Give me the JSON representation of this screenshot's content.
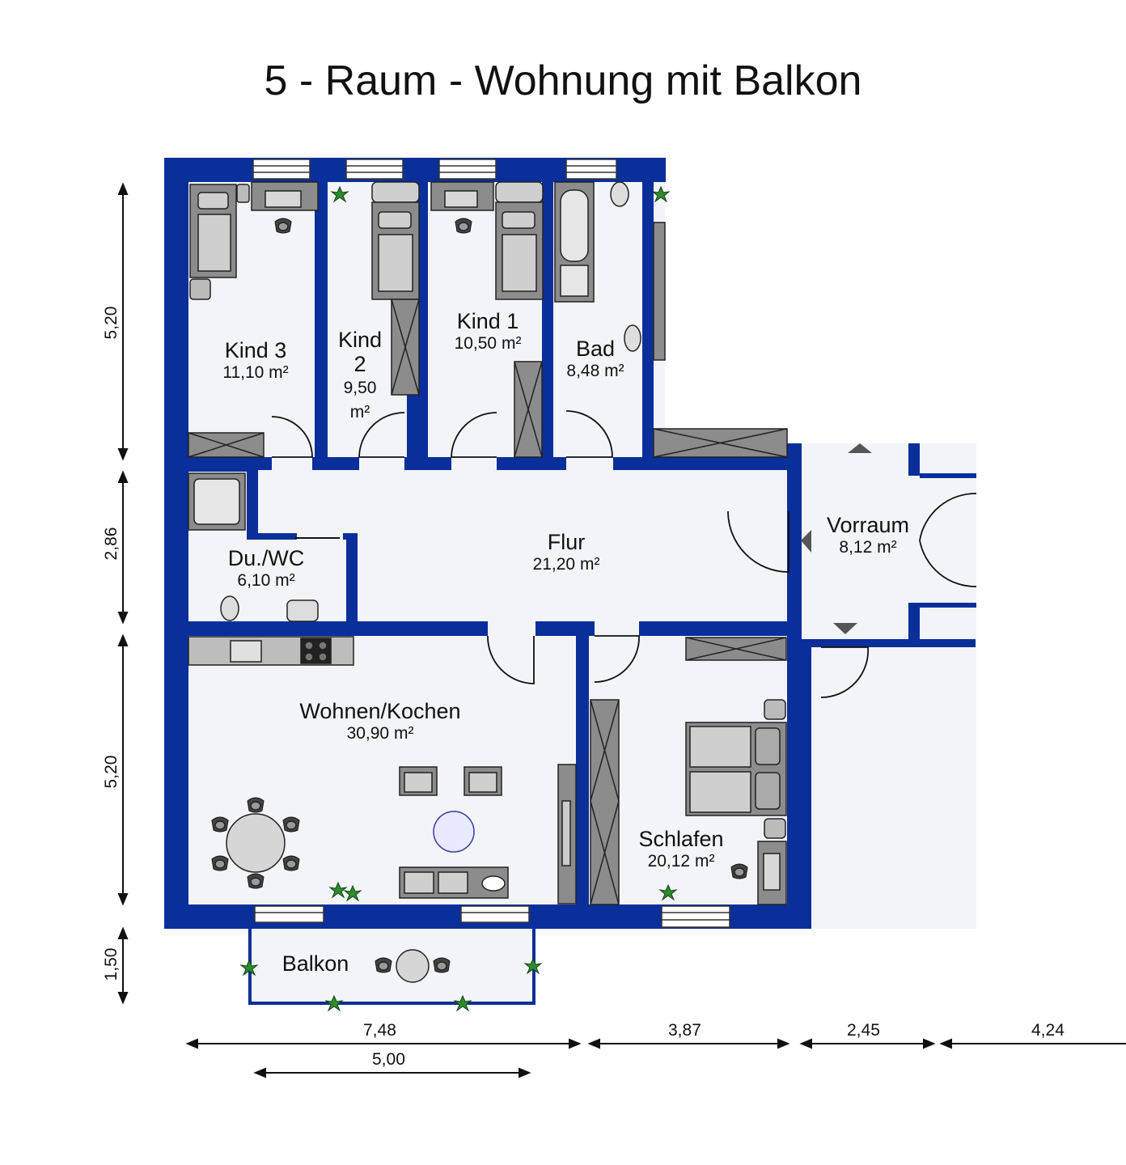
{
  "title": "5 - Raum - Wohnung mit Balkon",
  "colors": {
    "wall": "#0a2f9a",
    "floor": "#f3f4f8",
    "furniture": "#8c8c8c",
    "furniture_dark": "#555555",
    "plant": "#2e8b2e"
  },
  "rooms": {
    "kind3": {
      "name": "Kind 3",
      "area": "11,10 m²"
    },
    "kind2": {
      "name_line1": "Kind",
      "name_line2": "2",
      "area_line1": "9,50",
      "area_line2": "m²"
    },
    "kind1": {
      "name": "Kind 1",
      "area": "10,50 m²"
    },
    "bad": {
      "name": "Bad",
      "area": "8,48 m²"
    },
    "duwc": {
      "name": "Du./WC",
      "area": "6,10 m²"
    },
    "flur": {
      "name": "Flur",
      "area": "21,20 m²"
    },
    "vorraum": {
      "name": "Vorraum",
      "area": "8,12 m²"
    },
    "wohnen": {
      "name": "Wohnen/Kochen",
      "area": "30,90 m²"
    },
    "schlafen": {
      "name": "Schlafen",
      "area": "20,12 m²"
    },
    "balkon": {
      "name": "Balkon"
    }
  },
  "dimensions": {
    "left": [
      "5,20",
      "2,86",
      "5,20",
      "1,50"
    ],
    "bottom": [
      "7,48",
      "3,87",
      "2,45",
      "4,24"
    ],
    "balcony": "5,00"
  },
  "icons": [
    "bed-icon",
    "desk-icon",
    "chair-icon",
    "wardrobe-icon",
    "bathtub-icon",
    "shower-icon",
    "toilet-icon",
    "sink-icon",
    "stove-icon",
    "dining-table-icon",
    "sofa-icon",
    "armchair-icon",
    "coffee-table-icon",
    "plant-icon",
    "window-icon",
    "door-arc-icon",
    "stair-arrow-icon"
  ]
}
